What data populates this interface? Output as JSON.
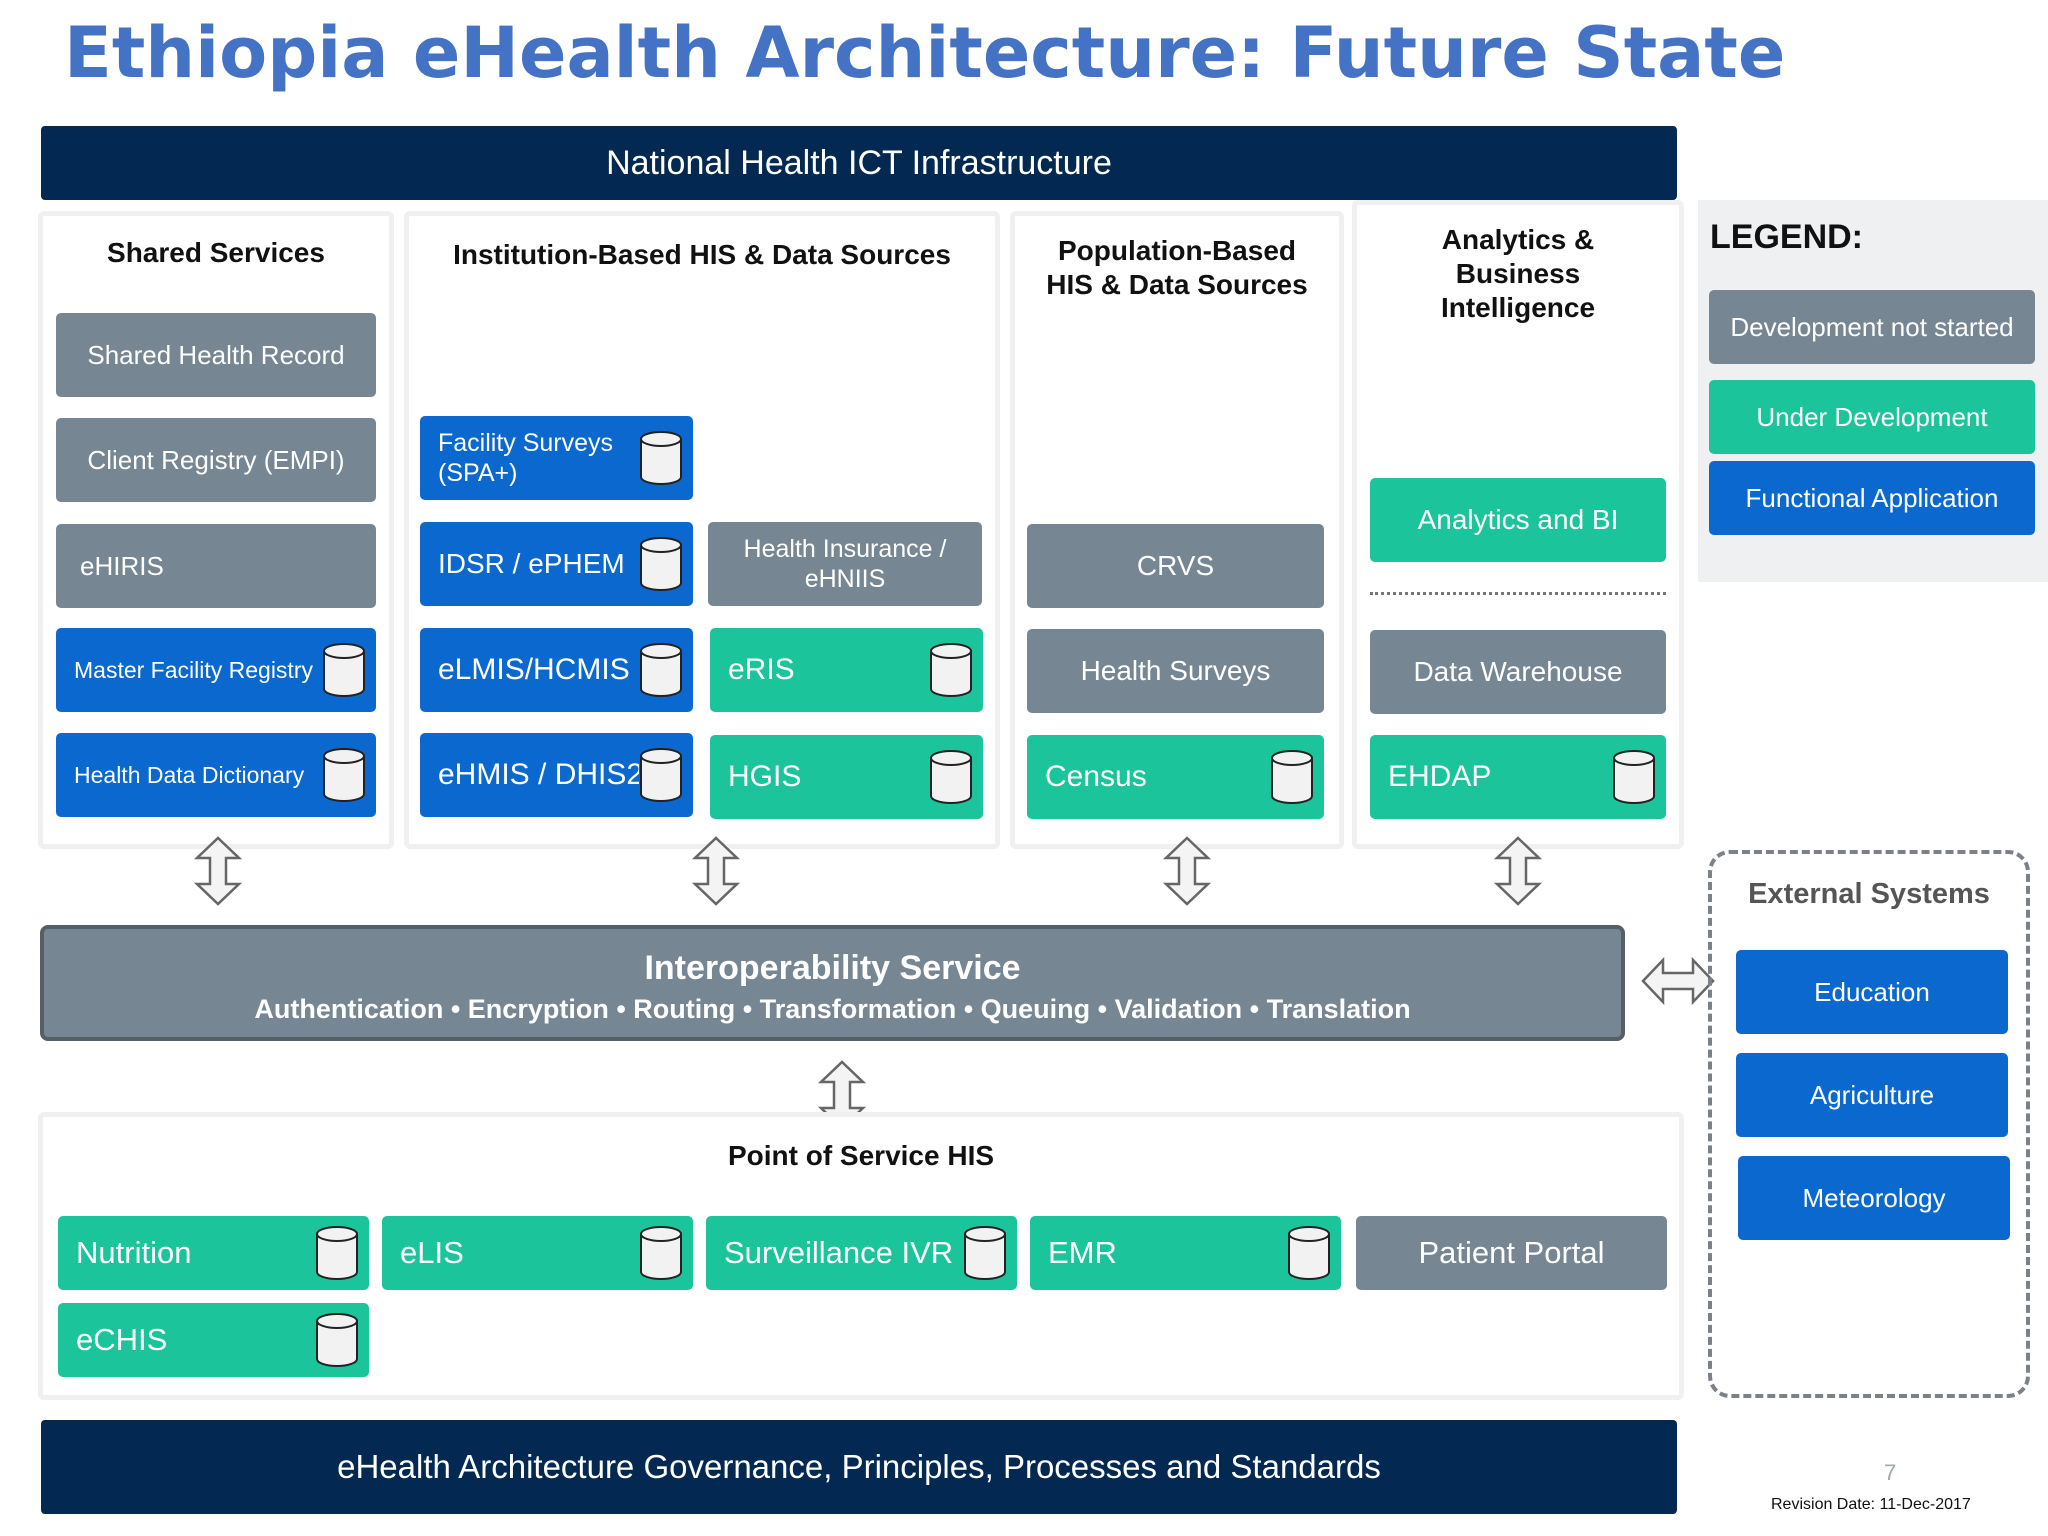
{
  "title": "Ethiopia eHealth Architecture:  Future State",
  "top_bar": "National Health ICT Infrastructure",
  "bottom_bar": "eHealth Architecture Governance, Principles, Processes and Standards",
  "colors": {
    "dark_navy": "#032952",
    "not_started_gray": "#768693",
    "under_development_teal": "#1bc49a",
    "functional_blue": "#0a68cf",
    "title_blue": "#4472C4"
  },
  "shared_services": {
    "title": "Shared Services",
    "items": [
      "Shared Health Record",
      "Client Registry (EMPI)",
      "eHIRIS",
      "Master Facility Registry",
      "Health Data Dictionary"
    ]
  },
  "institution": {
    "title": "Institution-Based HIS & Data Sources",
    "items": [
      "Facility Surveys (SPA+)",
      "IDSR / ePHEM",
      "Health Insurance / eHNIIS",
      "eLMIS/HCMIS",
      "eRIS",
      "eHMIS / DHIS2",
      "HGIS"
    ]
  },
  "population": {
    "title_line1": "Population-Based",
    "title_line2": "HIS & Data Sources",
    "items": [
      "CRVS",
      "Health Surveys",
      "Census"
    ]
  },
  "analytics": {
    "title_line1": "Analytics &",
    "title_line2": "Business",
    "title_line3": "Intelligence",
    "items": [
      "Analytics and BI",
      "Data Warehouse",
      "EHDAP"
    ]
  },
  "legend": {
    "title": "LEGEND:",
    "items": [
      "Development not started",
      "Under Development",
      "Functional Application"
    ]
  },
  "interop": {
    "title": "Interoperability Service",
    "subtitle": "Authentication • Encryption • Routing • Transformation • Queuing • Validation • Translation"
  },
  "external": {
    "title": "External Systems",
    "items": [
      "Education",
      "Agriculture",
      "Meteorology"
    ]
  },
  "point_of_service": {
    "title": "Point of Service HIS",
    "items": [
      "Nutrition",
      "eLIS",
      "Surveillance IVR",
      "EMR",
      "Patient Portal",
      "eCHIS"
    ]
  },
  "page_number": "7",
  "revision": "Revision Date: 11-Dec-2017"
}
